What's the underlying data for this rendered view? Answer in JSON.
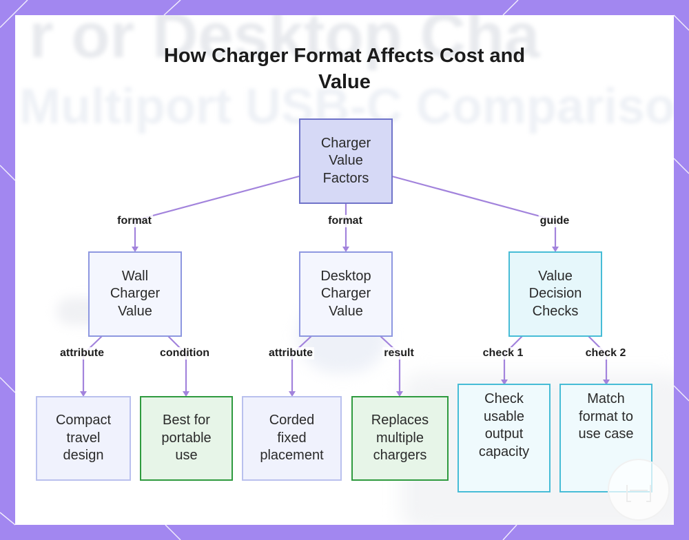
{
  "title": "How Charger Format Affects Cost and Value",
  "background_text": {
    "line1": "r or Desktop Cha",
    "line2": "Multiport USB-C Compariso"
  },
  "colors": {
    "frame": "#a287f0",
    "edge": "#a283dc",
    "root_fill": "#d6d9f6",
    "root_border": "#6f73c9",
    "blue_fill": "#f4f6fe",
    "blue_border": "#8d97e0",
    "cyan_fill": "#e6f7fb",
    "cyan_border": "#46bcd6",
    "green_fill": "#e7f5e8",
    "green_border": "#2e9a3e"
  },
  "nodes": {
    "root": {
      "lines": [
        "Charger",
        "Value",
        "Factors"
      ]
    },
    "wall": {
      "lines": [
        "Wall",
        "Charger",
        "Value"
      ]
    },
    "desktop": {
      "lines": [
        "Desktop",
        "Charger",
        "Value"
      ]
    },
    "checks": {
      "lines": [
        "Value",
        "Decision",
        "Checks"
      ]
    },
    "compact": {
      "lines": [
        "Compact",
        "travel",
        "design"
      ]
    },
    "portable": {
      "lines": [
        "Best for",
        "portable",
        "use"
      ]
    },
    "corded": {
      "lines": [
        "Corded",
        "fixed",
        "placement"
      ]
    },
    "replaces": {
      "lines": [
        "Replaces",
        "multiple",
        "chargers"
      ]
    },
    "usable": {
      "lines": [
        "Check",
        "usable",
        "output",
        "capacity"
      ]
    },
    "match": {
      "lines": [
        "Match",
        "format to",
        "use case"
      ]
    }
  },
  "edges": {
    "root_wall": "format",
    "root_desktop": "format",
    "root_checks": "guide",
    "wall_compact": "attribute",
    "wall_portable": "condition",
    "desktop_corded": "attribute",
    "desktop_replaces": "result",
    "checks_usable": "check 1",
    "checks_match": "check 2"
  },
  "logo": {
    "name": "watermark-logo-icon"
  }
}
